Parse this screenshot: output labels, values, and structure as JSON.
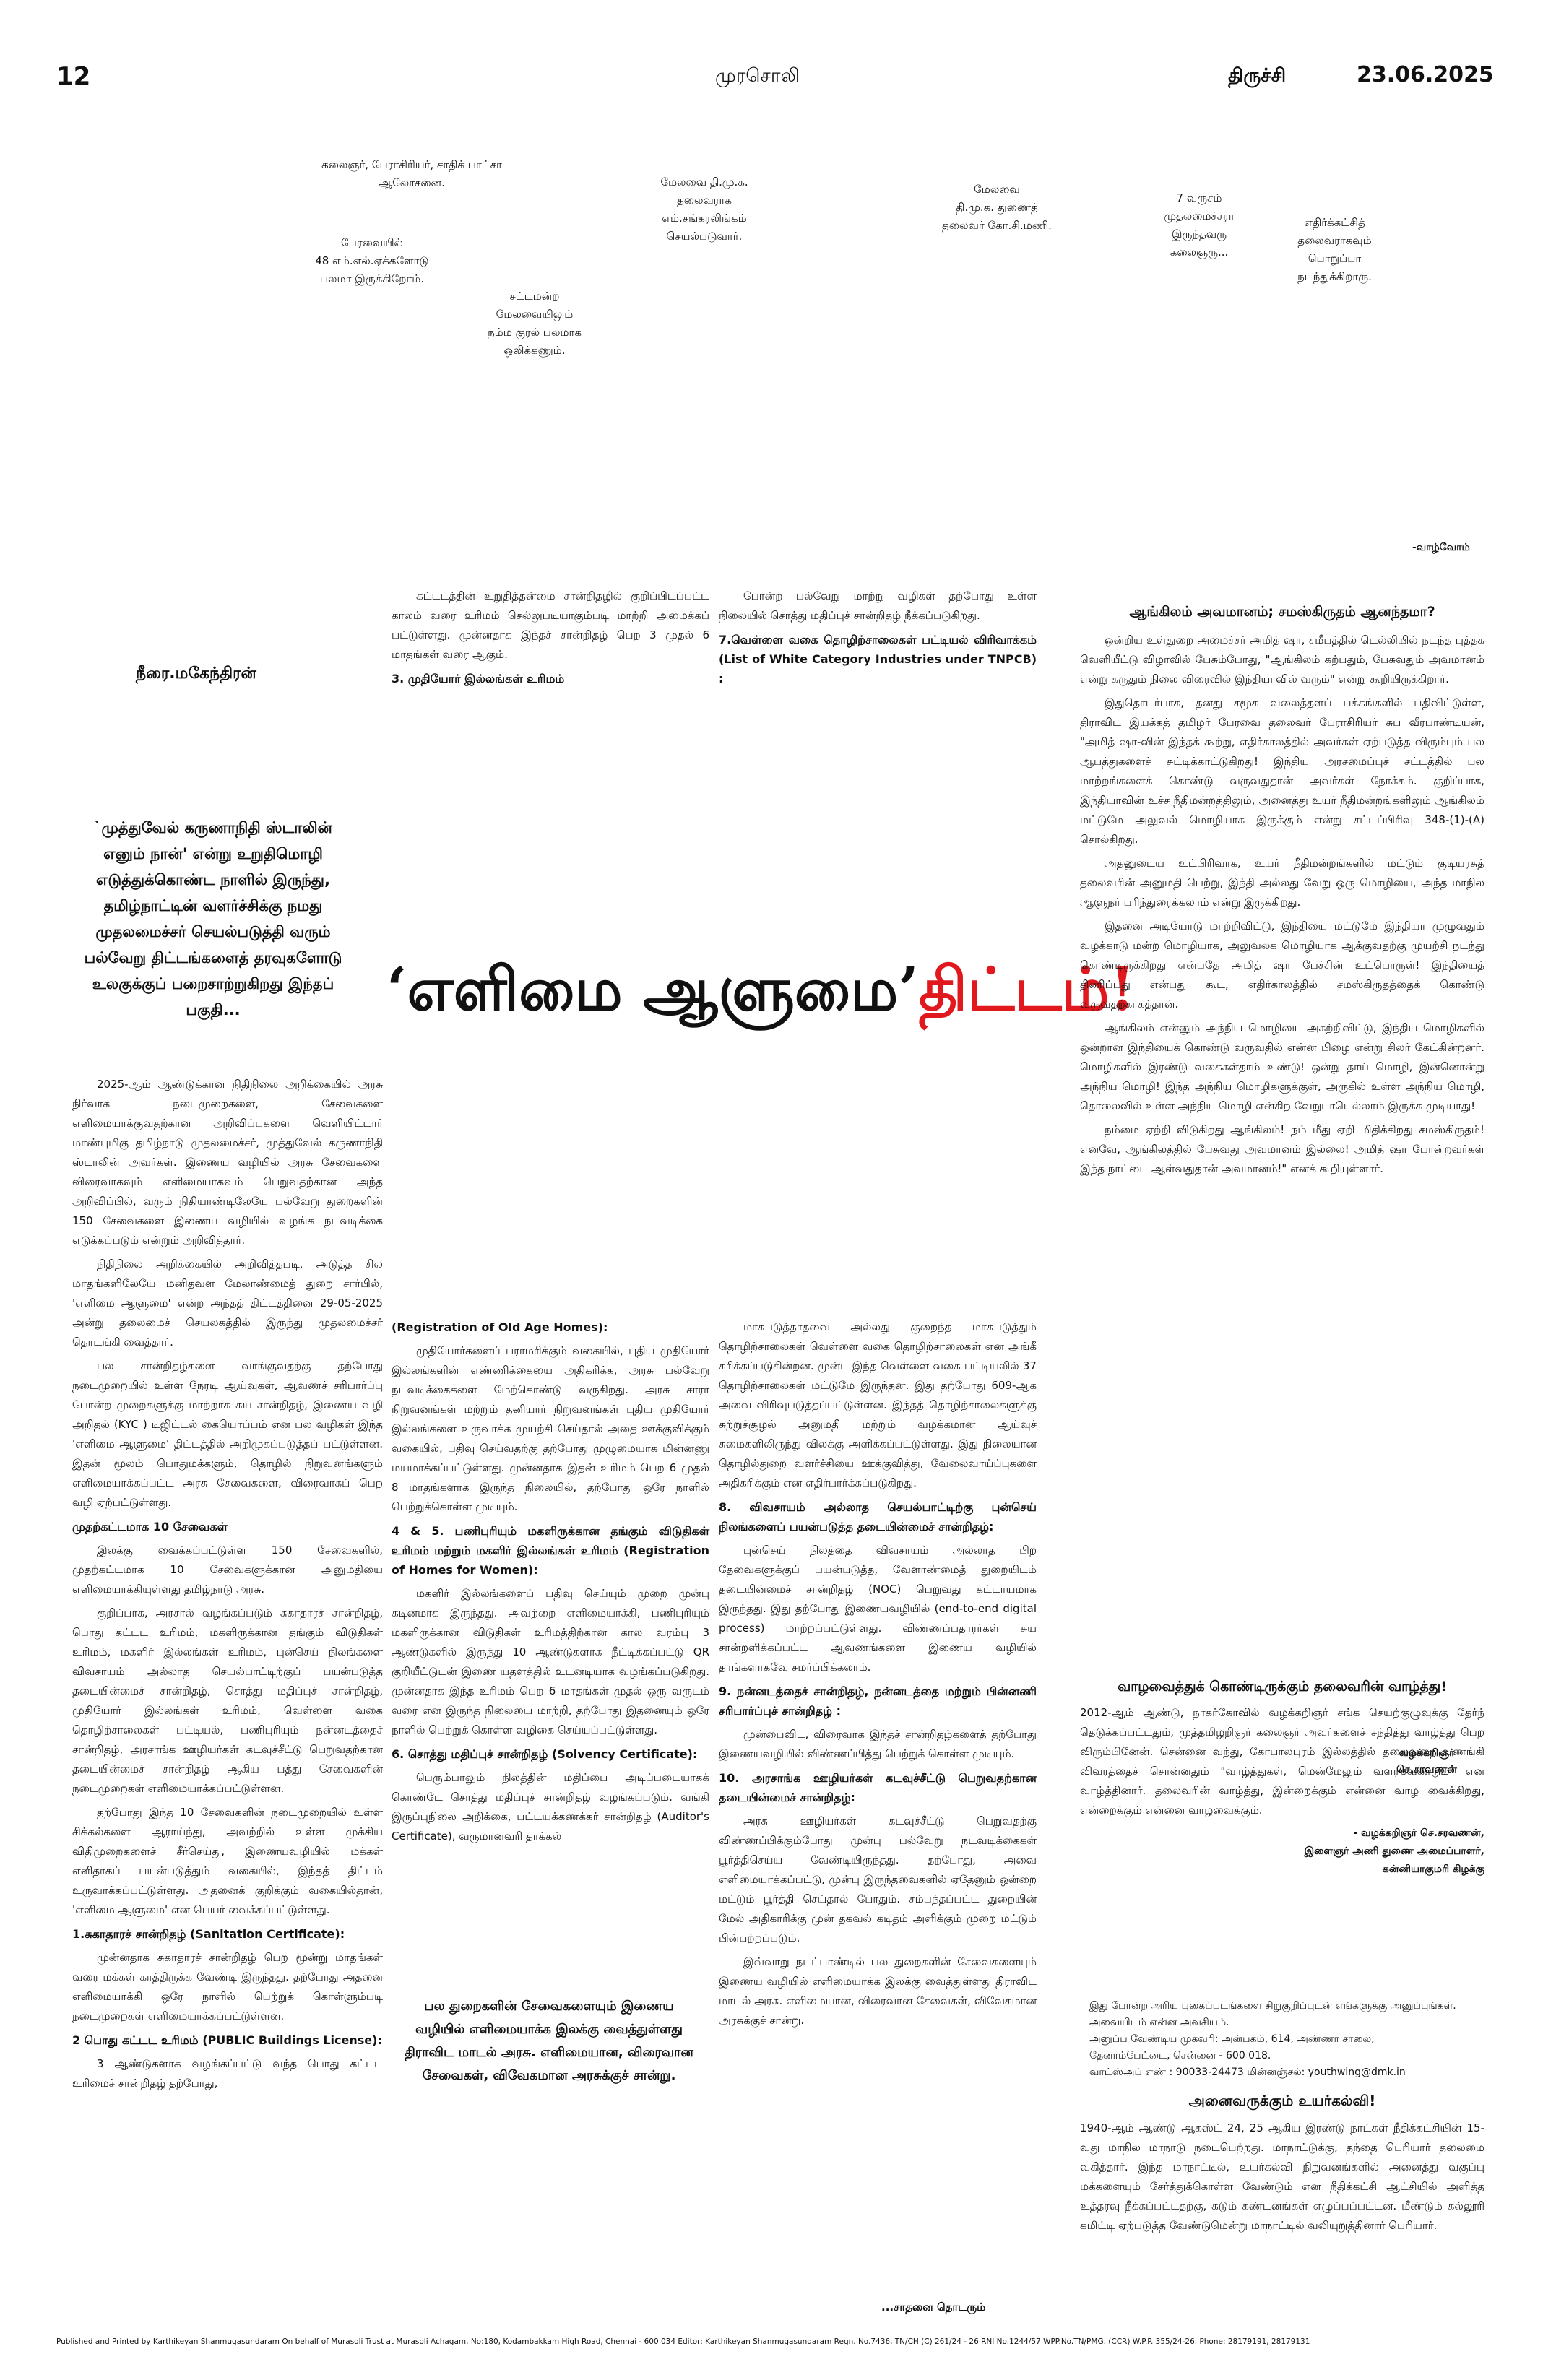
{
  "header": {
    "page_number": "12",
    "paper_name": "முரசொலி",
    "edition": "திருச்சி",
    "date": "23.06.2025"
  },
  "photo_captions": [
    "கலைஞர், பேராசிரியர், சாதிக் பாட்சா\nஆலோசனை.",
    "பேரவையில்\n48 எம்.எல்.ஏக்களோடு\nபலமா இருக்கிறோம்.",
    "சட்டமன்ற\nமேலவையிலும்\nநம்ம குரல் பலமாக\nஒலிக்கணும்.",
    "மேலவை தி.மு.க.\nதலைவராக\nஎம்.சங்கரலிங்கம்\nசெயல்படுவார்.",
    "மேலவை\nதி.மு.க. துணைத்\nதலைவர் கோ.சி.மணி.",
    "7 வருசம்\nமுதலமைச்சரா\nஇருந்தவரு\nகலைஞரு...",
    "எதிர்க்கட்சித்\nதலைவராகவும்\nபொறுப்பா\nநடந்துக்கிறாரு."
  ],
  "cartoon_sign": "-வாழ்வோம்",
  "article": {
    "byline": "நீரை.மகேந்திரன்",
    "intro": "`முத்துவேல் கருணாநிதி ஸ்டாலின் எனும் நான்' என்று உறுதிமொழி எடுத்துக்கொண்ட நாளில் இருந்து, தமிழ்நாட்டின் வளர்ச்சிக்கு நமது முதலமைச்சர் செயல்படுத்தி வரும் பல்வேறு திட்டங்களைத் தரவுகளோடு உலகுக்குப் பறைசாற்றுகிறது இந்தப் பகுதி...",
    "headline_black": "‘எளிமை ஆளுமை’",
    "headline_red": "திட்டம்!",
    "col1": [
      {
        "t": "p",
        "v": "2025-ஆம் ஆண்டுக்கான நிதிநிலை அறிக்கையில் அரசு நிர்வாக நடைமுறைகளை, சேவைகளை எளிமையாக்குவதற்கான அறிவிப்புகளை வெளியிட்டார் மாண்புமிகு தமிழ்நாடு முதலமைச்சர், முத்துவேல் கருணாநிதி ஸ்டாலின் அவர்கள். இணைய வழியில் அரசு சேவைகளை விரைவாகவும் எளிமையாகவும் பெறுவதற்கான அந்த அறிவிப்பில், வரும் நிதியாண்டிலேயே பல்வேறு துறைகளின் 150 சேவைகளை இணைய வழியில் வழங்க நடவடிக்கை எடுக்கப்படும் என்றும் அறிவித்தார்."
      },
      {
        "t": "p",
        "v": "நிதிநிலை அறிக்கையில் அறிவித்தபடி, அடுத்த சில மாதங்களிலேயே மனிதவள மேலாண்மைத் துறை சார்பில், 'எளிமை ஆளுமை' என்ற அந்தத் திட்டத்தினை 29-05-2025 அன்று தலைமைச் செயலகத்தில் இருந்து முதலமைச்சர் தொடங்கி வைத்தார்."
      },
      {
        "t": "p",
        "v": "பல சான்றிதழ்களை வாங்குவதற்கு தற்போது நடைமுறையில் உள்ள நேரடி ஆய்வுகள், ஆவணச் சரிபார்ப்பு போன்ற முறைகளுக்கு மாற்றாக சுய சான்றிதழ், இணைய வழி அறிதல் (KYC ) டிஜிட்டல் கையொப்பம் என பல வழிகள் இந்த 'எளிமை ஆளுமை' திட்டத்தில் அறிமுகப்படுத்தப் பட்டுள்ளன. இதன் மூலம் பொதுமக்களும், தொழில் நிறுவனங்களும் எளிமையாக்கப்பட்ட அரசு சேவைகளை, விரைவாகப் பெற வழி ஏற்பட்டுள்ளது."
      },
      {
        "t": "h",
        "v": "முதற்கட்டமாக 10 சேவைகள்"
      },
      {
        "t": "p",
        "v": "இலக்கு வைக்கப்பட்டுள்ள 150 சேவைகளில், முதற்கட்டமாக 10 சேவைகளுக்கான அனுமதியை எளிமையாக்கியுள்ளது தமிழ்நாடு அரசு."
      },
      {
        "t": "p",
        "v": "குறிப்பாக, அரசால் வழங்கப்படும் சுகாதாரச் சான்றிதழ், பொது கட்டட உரிமம், மகளிருக்கான தங்கும் விடுதிகள் உரிமம், மகளிர் இல்லங்கள் உரிமம், புன்செய் நிலங்களை விவசாயம் அல்லாத செயல்பாட்டிற்குப் பயன்படுத்த தடையின்மைச் சான்றிதழ், சொத்து மதிப்புச் சான்றிதழ், முதியோர் இல்லங்கள் உரிமம், வெள்ளை வகை தொழிற்சாலைகள் பட்டியல், பணிபுரியும் நன்னடத்தைச் சான்றிதழ், அரசாங்க ஊழியர்கள் கடவுச்சீட்டு பெறுவதற்கான தடையின்மைச் சான்றிதழ் ஆகிய பத்து சேவைகளின் நடைமுறைகள் எளிமையாக்கப்பட்டுள்ளன."
      },
      {
        "t": "p",
        "v": "தற்போது இந்த 10 சேவைகளின் நடைமுறையில் உள்ள சிக்கல்களை ஆராய்ந்து, அவற்றில் உள்ள முக்கிய விதிமுறைகளைச் சீர்செய்து, இணையவழியில் மக்கள் எளிதாகப் பயன்படுத்தும் வகையில், இந்தத் திட்டம் உருவாக்கப்பட்டுள்ளது. அதனைக் குறிக்கும் வகையில்தான், 'எளிமை ஆளுமை' என பெயர் வைக்கப்பட்டுள்ளது."
      },
      {
        "t": "h",
        "v": "1.சுகாதாரச் சான்றிதழ் (Sanitation Certificate):"
      },
      {
        "t": "p",
        "v": "முன்னதாக சுகாதாரச் சான்றிதழ் பெற மூன்று மாதங்கள் வரை மக்கள் காத்திருக்க வேண்டி இருந்தது. தற்போது அதனை எளிமையாக்கி ஒரே நாளில் பெற்றுக் கொள்ளும்படி நடைமுறைகள் எளிமையாக்கப்பட்டுள்ளன."
      },
      {
        "t": "h",
        "v": "2 பொது கட்டட உரிமம் (PUBLIC Buildings License):"
      },
      {
        "t": "p",
        "v": "3 ஆண்டுகளாக வழங்கப்பட்டு வந்த பொது கட்டட உரிமைச் சான்றிதழ் தற்போது,"
      }
    ],
    "col2_top": [
      {
        "t": "p",
        "v": "கட்டடத்தின் உறுதித்தன்மை சான்றிதழில் குறிப்பிடப்பட்ட காலம் வரை உரிமம் செல்லுபடியாகும்படி மாற்றி அமைக்கப் பட்டுள்ளது. முன்னதாக இந்தச் சான்றிதழ் பெற 3 முதல் 6 மாதங்கள் வரை ஆகும்."
      },
      {
        "t": "h",
        "v": "3. முதியோர் இல்லங்கள் உரிமம்"
      }
    ],
    "col2": [
      {
        "t": "h",
        "v": "(Registration of Old Age Homes):"
      },
      {
        "t": "p",
        "v": "முதியோர்களைப் பராமரிக்கும் வகையில், புதிய முதியோர் இல்லங்களின் எண்ணிக்கையை அதிகரிக்க, அரசு பல்வேறு நடவடிக்கைகளை மேற்கொண்டு வருகிறது. அரசு சாரா நிறுவனங்கள் மற்றும் தனியார் நிறுவனங்கள் புதிய முதியோர் இல்லங்களை உருவாக்க முயற்சி செய்தால் அதை ஊக்குவிக்கும் வகையில், பதிவு செய்வதற்கு தற்போது முழுமையாக மின்னணு மயமாக்கப்பட்டுள்ளது. முன்னதாக இதன் உரிமம் பெற 6 முதல் 8 மாதங்களாக இருந்த நிலையில், தற்போது ஒரே நாளில் பெற்றுக்கொள்ள முடியும்."
      },
      {
        "t": "h",
        "v": "4 & 5. பணிபுரியும் மகளிருக்கான தங்கும் விடுதிகள் உரிமம் மற்றும் மகளிர் இல்லங்கள் உரிமம் (Registration of Homes for Women):"
      },
      {
        "t": "p",
        "v": "மகளிர் இல்லங்களைப் பதிவு செய்யும் முறை முன்பு கடினமாக இருந்தது. அவற்றை எளிமையாக்கி, பணிபுரியும் மகளிருக்கான விடுதிகள் உரிமத்திற்கான கால வரம்பு 3 ஆண்டுகளில் இருந்து 10 ஆண்டுகளாக நீட்டிக்கப்பட்டு QR குறியீட்டுடன் இணை யதளத்தில் உடனடியாக வழங்கப்படுகிறது. முன்னதாக இந்த உரிமம் பெற 6 மாதங்கள் முதல் ஒரு வருடம் வரை என இருந்த நிலையை மாற்றி, தற்போது இதனையும் ஒரே நாளில் பெற்றுக் கொள்ள வழிகை செய்யப்பட்டுள்ளது."
      },
      {
        "t": "h",
        "v": "6. சொத்து மதிப்புச் சான்றிதழ் (Solvency Certificate):"
      },
      {
        "t": "p",
        "v": "பெரும்பாலும் நிலத்தின் மதிப்பை அடிப்படையாகக் கொண்டே சொத்து மதிப்புச் சான்றிதழ் வழங்கப்படும். வங்கி இருப்புநிலை அறிக்கை, பட்டயக்கணக்கர் சான்றிதழ் (Auditor's Certificate), வருமானவரி தாக்கல்"
      }
    ],
    "callout": "பல துறைகளின் சேவைகளையும் இணைய வழியில் எளிமையாக்க இலக்கு வைத்துள்ளது திராவிட மாடல் அரசு. எளிமையான, விரைவான சேவைகள், விவேகமான அரசுக்குச் சான்று.",
    "col3_top": [
      {
        "t": "p",
        "v": "போன்ற பல்வேறு மாற்று வழிகள் தற்போது உள்ள நிலையில் சொத்து மதிப்புச் சான்றிதழ் நீக்கப்படுகிறது."
      },
      {
        "t": "h",
        "v": "7.வெள்ளை வகை தொழிற்சாலைகள் பட்டியல் விரிவாக்கம் (List of White Category Industries under TNPCB) :"
      }
    ],
    "col3": [
      {
        "t": "p",
        "v": "மாசுபடுத்தாதவை அல்லது குறைந்த மாசுபடுத்தும் தொழிற்சாலைகள் வெள்ளை வகை தொழிற்சாலைகள் என அங்கீ கரிக்கப்படுகின்றன. முன்பு இந்த வெள்ளை வகை பட்டியலில் 37 தொழிற்சாலைகள் மட்டுமே இருந்தன. இது தற்போது 609-ஆக அவை விரிவுபடுத்தப்பட்டுள்ளன. இந்தத் தொழிற்சாலைகளுக்கு சுற்றுச்சூழல் அனுமதி மற்றும் வழக்கமான ஆய்வுச் சுமைகளிலிருந்து விலக்கு அளிக்கப்பட்டுள்ளது. இது நிலையான தொழில்துறை வளர்ச்சியை ஊக்குவித்து, வேலைவாய்ப்புகளை அதிகரிக்கும் என எதிர்பார்க்கப்படுகிறது."
      },
      {
        "t": "h",
        "v": "8. விவசாயம் அல்லாத செயல்பாட்டிற்கு புன்செய் நிலங்களைப் பயன்படுத்த தடையின்மைச் சான்றிதழ்:"
      },
      {
        "t": "p",
        "v": "புன்செய் நிலத்தை விவசாயம் அல்லாத பிற தேவைகளுக்குப் பயன்படுத்த, வேளாண்மைத் துறையிடம் தடையின்மைச் சான்றிதழ் (NOC) பெறுவது கட்டாயமாக இருந்தது. இது தற்போது இணையவழியில் (end-to-end digital process) மாற்றப்பட்டுள்ளது. விண்ணப்பதாரர்கள் சுய சான்றளிக்கப்பட்ட ஆவணங்களை இணைய வழியில் தாங்களாகவே சமர்ப்பிக்கலாம்."
      },
      {
        "t": "h",
        "v": "9. நன்னடத்தைச் சான்றிதழ், நன்னடத்தை மற்றும் பின்னணி சரிபார்ப்புச் சான்றிதழ் :"
      },
      {
        "t": "p",
        "v": "முன்பைவிட, விரைவாக இந்தச் சான்றிதழ்களைத் தற்போது இணையவழியில் விண்ணப்பித்து பெற்றுக் கொள்ள முடியும்."
      },
      {
        "t": "h",
        "v": "10. அரசாங்க ஊழியர்கள் கடவுச்சீட்டு பெறுவதற்கான தடையின்மைச் சான்றிதழ்:"
      },
      {
        "t": "p",
        "v": "அரசு ஊழியர்கள் கடவுச்சீட்டு பெறுவதற்கு விண்ணப்பிக்கும்போது முன்பு பல்வேறு நடவடிக்கைகள் பூர்த்திசெய்ய வேண்டியிருந்தது. தற்போது, அவை எளிமையாக்கப்பட்டு, முன்பு இருந்தவைகளில் ஏதேனும் ஒன்றை மட்டும் பூர்த்தி செய்தால் போதும். சம்பந்தப்பட்ட துறையின் மேல் அதிகாரிக்கு முன் தகவல் கடிதம் அளிக்கும் முறை மட்டும் பின்பற்றப்படும்."
      },
      {
        "t": "p",
        "v": "இவ்வாறு நடப்பாண்டில் பல துறைகளின் சேவைகளையும் இணைய வழியில் எளிமையாக்க இலக்கு வைத்துள்ளது திராவிட மாடல் அரசு. எளிமையான, விரைவான சேவைகள், விவேகமான அரசுக்குச் சான்று."
      }
    ],
    "continued": "...சாதனை தொடரும்"
  },
  "side1": {
    "title": "ஆங்கிலம் அவமானம்; சமஸ்கிருதம் ஆனந்தமா?",
    "paras": [
      "ஒன்றிய உள்துறை அமைச்சர் அமித் ஷா, சமீபத்தில் டெல்லியில் நடந்த புத்தக வெளியீட்டு விழாவில் பேசும்போது, \"ஆங்கிலம் கற்பதும், பேசுவதும் அவமானம் என்று கருதும் நிலை விரைவில் இந்தியாவில் வரும்\" என்று கூறியிருக்கிறார்.",
      "இதுதொடர்பாக, தனது சமூக வலைத்தளப் பக்கங்களில் பதிவிட்டுள்ள, திராவிட இயக்கத் தமிழர் பேரவை தலைவர் பேராசிரியர் சுப வீரபாண்டியன், \"அமித் ஷா-வின் இந்தக் கூற்று, எதிர்காலத்தில் அவர்கள் ஏற்படுத்த விரும்பும் பல ஆபத்துகளைச் சுட்டிக்காட்டுகிறது! இந்திய அரசமைப்புச் சட்டத்தில் பல மாற்றங்களைக் கொண்டு வருவதுதான் அவர்கள் நோக்கம். குறிப்பாக, இந்தியாவின் உச்ச நீதிமன்றத்திலும், அனைத்து உயர் நீதிமன்றங்களிலும் ஆங்கிலம் மட்டுமே அலுவல் மொழியாக இருக்கும் என்று சட்டப்பிரிவு 348-(1)-(A) சொல்கிறது.",
      "அதனுடைய உட்பிரிவாக, உயர் நீதிமன்றங்களில் மட்டும் குடியரசுத் தலைவரின் அனுமதி பெற்று, இந்தி அல்லது வேறு ஒரு மொழியை, அந்த மாநில ஆளுநர் பரிந்துரைக்கலாம் என்று இருக்கிறது.",
      "இதனை அடியோடு மாற்றிவிட்டு, இந்தியை மட்டுமே இந்தியா முழுவதும் வழக்காடு மன்ற மொழியாக, அலுவலக மொழியாக ஆக்குவதற்கு முயற்சி நடந்து கொண்டிருக்கிறது என்பதே அமித் ஷா பேச்சின் உட்பொருள்! இந்தியைத் திணிப்பது என்பது கூட, எதிர்காலத்தில் சமஸ்கிருதத்தைக் கொண்டு வருவதற்காகத்தான்.",
      "ஆங்கிலம் என்னும் அந்நிய மொழியை அகற்றிவிட்டு, இந்திய மொழிகளில் ஒன்றான இந்தியைக் கொண்டு வருவதில் என்ன பிழை என்று சிலர் கேட்கின்றனர். மொழிகளில் இரண்டு வகைகள்தாம் உண்டு! ஒன்று தாய் மொழி, இன்னொன்று அந்நிய மொழி! இந்த அந்நிய மொழிகளுக்குள், அருகில் உள்ள அந்நிய மொழி, தொலைவில் உள்ள அந்நிய மொழி என்கிற வேறுபாடெல்லாம் இருக்க முடியாது!",
      "நம்மை ஏற்றி விடுகிறது ஆங்கிலம்! நம் மீது ஏறி மிதிக்கிறது சமஸ்கிருதம்! எனவே, ஆங்கிலத்தில் பேசுவது அவமானம் இல்லை! அமித் ஷா போன்றவர்கள் இந்த நாட்டை ஆள்வதுதான் அவமானம்!\" எனக் கூறியுள்ளார்."
    ]
  },
  "side2": {
    "title": "வாழவைத்துக் கொண்டிருக்கும் தலைவரின் வாழ்த்து!",
    "body": "2012-ஆம் ஆண்டு, நாகர்கோவில் வழக்கறிஞர் சங்க செயற்குழுவுக்கு தேர்ந் தெடுக்கப்பட்டதும், முத்தமிழறிஞர் கலைஞர் அவர்களைச் சந்தித்து வாழ்த்து பெற விரும்பினேன். சென்னை வந்து, கோபாலபுரம் இல்லத்தில் தலைவரை வணங்கி விவரத்தைச் சொன்னதும் \"வாழ்த்துகள், மென்மேலும் வளரவேண்டும்\" என வாழ்த்தினார். தலைவரின் வாழ்த்து, இன்றைக்கும் என்னை வாழ வைக்கிறது, என்றைக்கும் என்னை வாழவைக்கும்.",
    "photo_name": "வழக்கறிஞர்\nசெ.சரவணன்",
    "sign": "- வழக்கறிஞர் செ.சரவணன்,\nஇளைஞர் அணி துணை அமைப்பாளர்,\nகன்னியாகுமரி கிழக்கு"
  },
  "notice": {
    "text": "இது போன்ற அரிய புகைப்படங்களை சிறுகுறிப்புடன் எங்களுக்கு அனுப்புங்கள். அவையிடம் என்ன அவசியம்.",
    "addr1": "அனுப்ப வேண்டிய முகவரி: அன்பகம், 614, அண்ணா சாலை,",
    "addr2": "தேனாம்பேட்டை, சென்னை - 600 018.",
    "contact": "வாட்ஸ்அப் எண் : 90033-24473 மின்னஞ்சல்: youthwing@dmk.in"
  },
  "side3": {
    "title": "அனைவருக்கும் உயர்கல்வி!",
    "body": "1940-ஆம் ஆண்டு ஆகஸ்ட் 24, 25 ஆகிய இரண்டு நாட்கள் நீதிக்கட்சியின் 15-வது மாநில மாநாடு நடைபெற்றது. மாநாட்டுக்கு, தந்தை பெரியார் தலைமை வகித்தார். இந்த மாநாட்டில், உயர்கல்வி நிறுவனங்களில் அனைத்து வகுப்பு மக்களையும் சேர்த்துக்கொள்ள வேண்டும் என நீதிக்கட்சி ஆட்சியில் அளித்த உத்தரவு நீக்கப்பட்டதற்கு, கடும் கண்டனங்கள் எழுப்பப்பட்டன. மீண்டும் கல்லூரி கமிட்டி ஏற்படுத்த வேண்டுமென்று மாநாட்டில் வலியுறுத்தினார் பெரியார்."
  },
  "footer": "Published and Printed by Karthikeyan Shanmugasundaram On behalf of Murasoli Trust at Murasoli Achagam, No:180, Kodambakkam High Road, Chennai - 600 034 Editor: Karthikeyan Shanmugasundaram Regn. No.7436, TN/CH (C) 261/24 - 26 RNI No.1244/57 WPP.No.TN/PMG. (CCR) W.P.P. 355/24-26. Phone: 28179191, 28179131",
  "colors": {
    "accent_red": "#e1191f",
    "ink": "#111111",
    "rule": "#222222"
  }
}
